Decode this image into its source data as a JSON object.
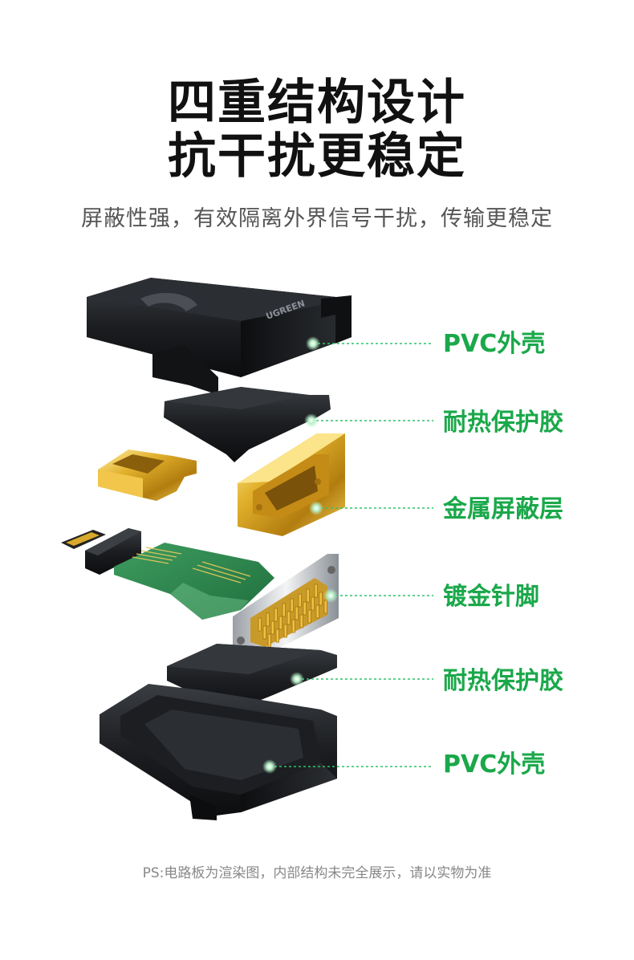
{
  "heading": {
    "line1": "四重结构设计",
    "line2": "抗干扰更稳定"
  },
  "subtitle": "屏蔽性强，有效隔离外界信号干扰，传输更稳定",
  "brand_mark": "UGREEN",
  "labels": [
    "PVC外壳",
    "耐热保护胶",
    "金属屏蔽层",
    "镀金针脚",
    "耐热保护胶",
    "PVC外壳"
  ],
  "footnote": "PS:电路板为渲染图，内部结构未完全展示，请以实物为准",
  "colors": {
    "accent_green": "#1aa84a",
    "title_text": "#111111",
    "subtitle_text": "#555555"
  }
}
